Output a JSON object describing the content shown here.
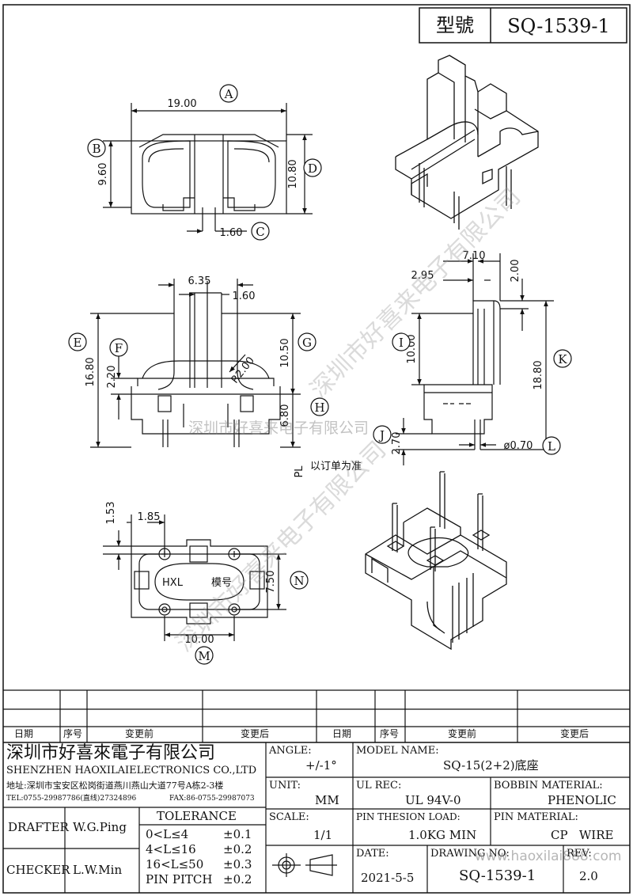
{
  "title_box": {
    "label": "型號",
    "value": "SQ-1539-1"
  },
  "dims": {
    "A": "19.00",
    "B": "9.60",
    "C": "1.60",
    "D": "10.80",
    "E": "16.80",
    "F": "2.20",
    "G": "10.50",
    "H": "6.80",
    "top_width": "6.35",
    "top_slot": "1.60",
    "radius": "R2.00",
    "I": "10.00",
    "K": "18.80",
    "J": "2.70",
    "L": "ø0.70",
    "side_top": "7.10",
    "side_a": "2.95",
    "side_b": "2.00",
    "N": "7.50",
    "M": "10.00",
    "bot_x": "1.85",
    "bot_y": "1.53"
  },
  "callouts": [
    "A",
    "B",
    "C",
    "D",
    "E",
    "F",
    "G",
    "H",
    "I",
    "J",
    "K",
    "L",
    "M",
    "N"
  ],
  "notes": {
    "pl": "PL",
    "pl_note": "以订单为准",
    "hxl": "HXL",
    "model": "模号"
  },
  "watermarks": [
    "深圳市好喜来电子有限公司",
    "深圳市好喜来电子有限公司",
    "深圳市好喜来电子有限公司"
  ],
  "revision_headers": [
    "日期",
    "序号",
    "变更前",
    "变更后",
    "日期",
    "序号",
    "变更前",
    "变更后"
  ],
  "company": {
    "name_cn": "深圳市好喜來電子有限公司",
    "name_en": "SHENZHEN HAOXILAIELECTRONICS CO.,LTD",
    "address": "地址:深圳市宝安区松岗街道燕川燕山大道77号A栋2-3楼",
    "tel": "TEL:0755-29987786(直线)27324896",
    "fax": "FAX:86-0755-29987073"
  },
  "fields": {
    "angle_label": "ANGLE:",
    "angle_value": "+/-1°",
    "unit_label": "UNIT:",
    "unit_value": "MM",
    "scale_label": "SCALE:",
    "scale_value": "1/1",
    "date_label": "DATE:",
    "date_value": "2021-5-5",
    "model_label": "MODEL NAME:",
    "model_value": "SQ-15(2+2)底座",
    "ul_label": "UL REC:",
    "ul_value": "UL 94V-0",
    "bobbin_label": "BOBBIN MATERIAL:",
    "bobbin_value": "PHENOLIC",
    "pin_load_label": "PIN THESION LOAD:",
    "pin_load_value": "1.0KG MIN",
    "pin_mat_label": "PIN MATERIAL:",
    "pin_mat_value": "CP   WIRE",
    "drawing_label": "DRAWING NO:",
    "drawing_value": "SQ-1539-1",
    "rev_label": "REV:",
    "rev_value": "2.0",
    "site": "www.haoxilai888.com"
  },
  "people": {
    "drafter_label": "DRAFTER",
    "drafter": "W.G.Ping",
    "checker_label": "CHECKER",
    "checker": "L.W.Min"
  },
  "tolerance": {
    "title": "TOLERANCE",
    "rows": [
      {
        "range": "0<L≤4",
        "tol": "±0.1"
      },
      {
        "range": "4<L≤16",
        "tol": "±0.2"
      },
      {
        "range": "16<L≤50",
        "tol": "±0.3"
      },
      {
        "range": "PIN PITCH",
        "tol": "±0.2"
      }
    ]
  }
}
